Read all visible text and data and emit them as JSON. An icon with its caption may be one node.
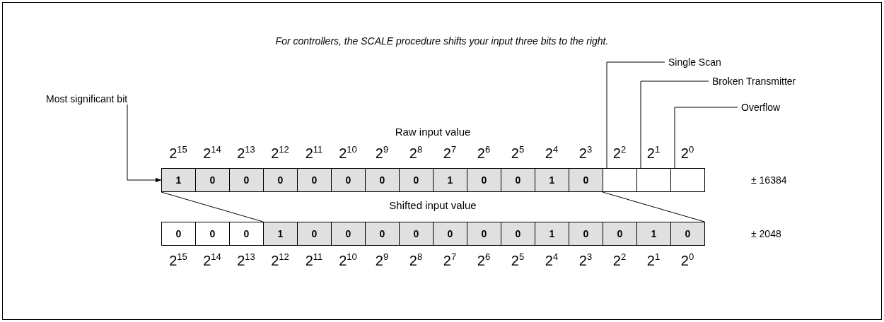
{
  "diagram": {
    "title": "For controllers, the SCALE procedure shifts your input three bits to the right.",
    "nodes": [
      {
        "text": [
          "Most significant bit"
        ]
      },
      {
        "text": [
          "Single Scan"
        ]
      },
      {
        "text": [
          "Broken Transmitter"
        ]
      },
      {
        "text": [
          "Overflow"
        ]
      },
      {
        "text": [
          "1"
        ]
      },
      {
        "text": [
          "0"
        ]
      },
      {
        "text": [
          "0"
        ]
      },
      {
        "text": [
          "0"
        ]
      },
      {
        "text": [
          "0"
        ]
      },
      {
        "text": [
          "0"
        ]
      },
      {
        "text": [
          "0"
        ]
      },
      {
        "text": [
          "0"
        ]
      },
      {
        "text": [
          "1"
        ]
      },
      {
        "text": [
          "0"
        ]
      },
      {
        "text": [
          "0"
        ]
      },
      {
        "text": [
          "1"
        ]
      },
      {
        "text": [
          "0"
        ]
      },
      {
        "text": [],
        "shape": "box"
      },
      {
        "text": [],
        "shape": "box"
      },
      {
        "text": [],
        "shape": "box"
      },
      {
        "text": [
          "0"
        ]
      },
      {
        "text": [
          "0"
        ]
      },
      {
        "text": [
          "0"
        ]
      },
      {
        "text": [
          "1"
        ]
      },
      {
        "text": [
          "0"
        ]
      },
      {
        "text": [
          "0"
        ]
      },
      {
        "text": [
          "0"
        ]
      },
      {
        "text": [
          "0"
        ]
      },
      {
        "text": [
          "0"
        ]
      },
      {
        "text": [
          "0"
        ]
      },
      {
        "text": [
          "0"
        ]
      },
      {
        "text": [
          "1"
        ]
      },
      {
        "text": [
          "0"
        ]
      },
      {
        "text": [
          "0"
        ]
      },
      {
        "text": [
          "1"
        ]
      },
      {
        "text": [
          "0"
        ]
      }
    ],
    "edges": [
      {
        "from": 0,
        "to": 4,
        "arrow": "to"
      },
      {
        "from": 1,
        "to": 17,
        "arrow": "none"
      },
      {
        "from": 2,
        "to": 18,
        "arrow": "none"
      },
      {
        "from": 3,
        "to": 19,
        "arrow": "none"
      },
      {
        "from": 4,
        "to": 23,
        "arrow": "none"
      },
      {
        "from": 16,
        "to": 35,
        "arrow": "none"
      }
    ],
    "labels": [
      "Raw input value",
      "2$^{15}$",
      "2$^{14}$",
      "2$^{13}$",
      "2$^{12}$",
      "2$^{11}$",
      "2$^{10}$",
      "2$^{9}$",
      "2$^{8}$",
      "2$^{7}$",
      "2$^{6}$",
      "2$^{5}$",
      "2$^{4}$",
      "2$^{3}$",
      "2$^{2}$",
      "2$^{1}$",
      "2$^{0}$",
      "± 16384",
      "Shifted input value",
      "± 2048",
      "2$^{15}$",
      "2$^{14}$",
      "2$^{13}$",
      "2$^{12}$",
      "2$^{11}$",
      "2$^{10}$",
      "2$^{9}$",
      "2$^{8}$",
      "2$^{7}$",
      "2$^{6}$",
      "2$^{5}$",
      "2$^{4}$",
      "2$^{3}$",
      "2$^{2}$",
      "2$^{1}$",
      "2$^{0}$"
    ]
  }
}
